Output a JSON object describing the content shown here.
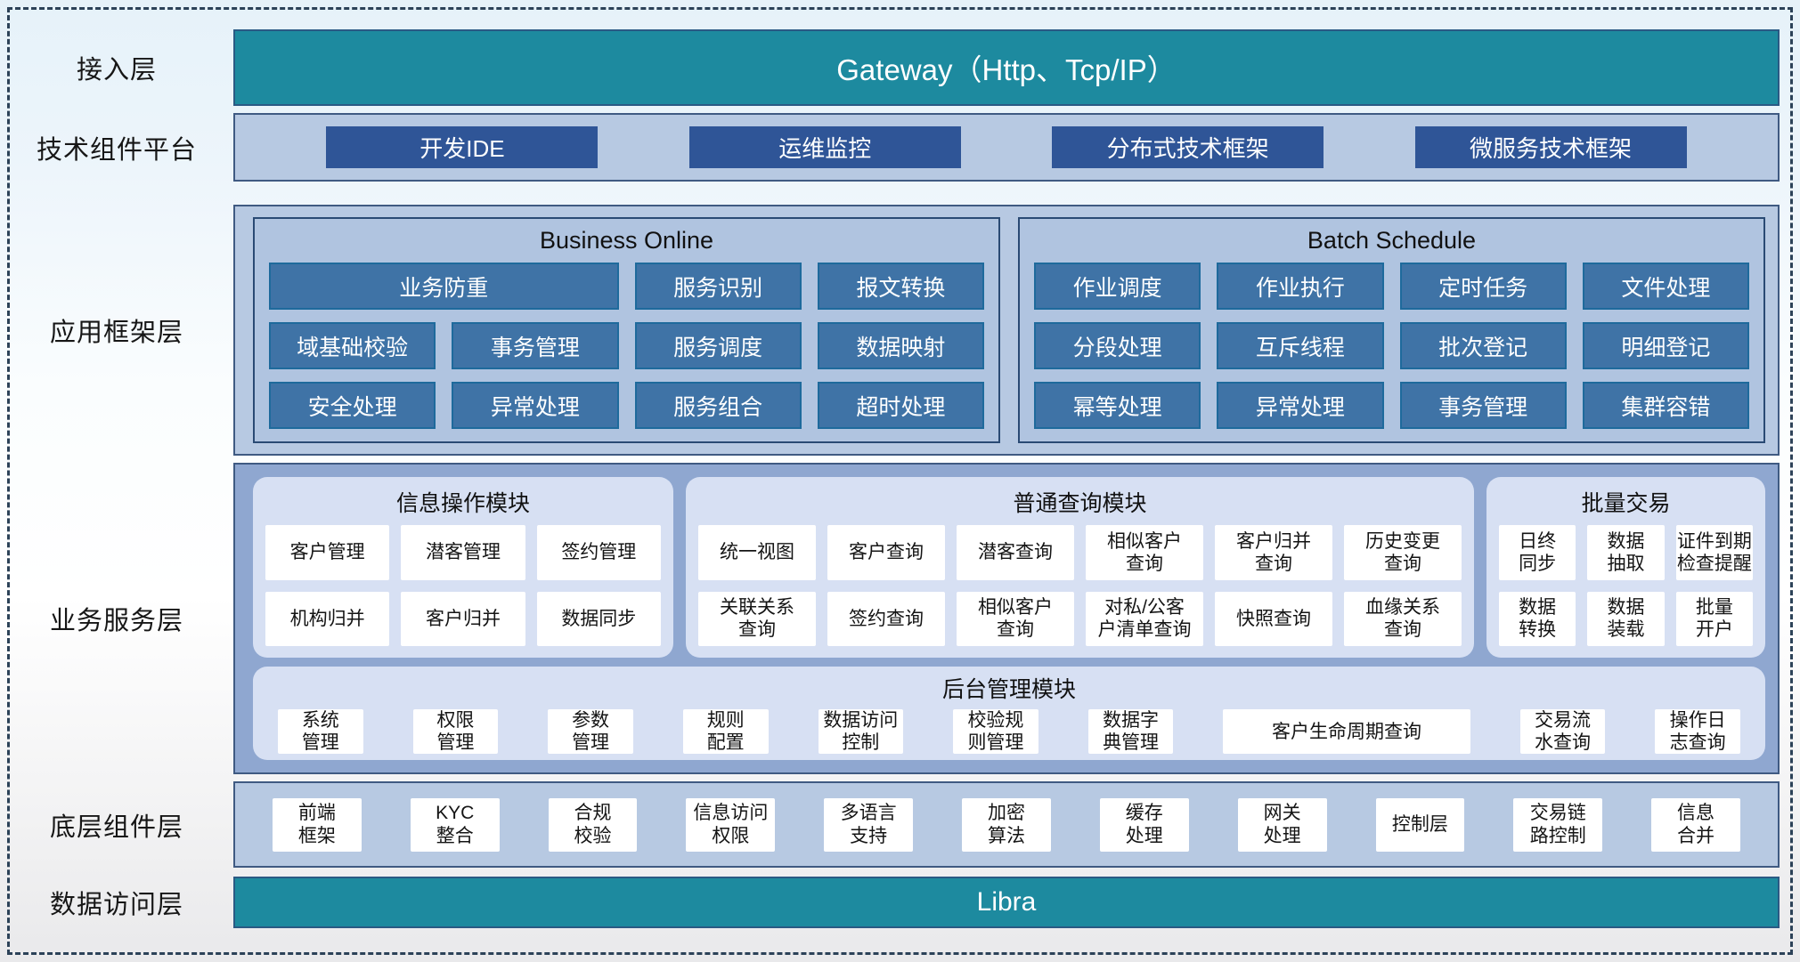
{
  "colors": {
    "teal": "#1d8a9f",
    "dark_blue": "#2f5597",
    "steel_blue": "#3f73a6",
    "panel_blue": "#b7c9e2",
    "service_blue": "#8fa7d0",
    "card_blue": "#d7e0f3"
  },
  "layers": {
    "access": {
      "label": "接入层",
      "gateway": "Gateway（Http、Tcp/IP）"
    },
    "tech": {
      "label": "技术组件平台",
      "items": [
        "开发IDE",
        "运维监控",
        "分布式技术框架",
        "微服务技术框架"
      ]
    },
    "framework": {
      "label": "应用框架层",
      "business_online": {
        "title": "Business Online",
        "items": [
          {
            "label": "业务防重",
            "span": 2
          },
          "服务识别",
          "报文转换",
          "域基础校验",
          "事务管理",
          "服务调度",
          "数据映射",
          "安全处理",
          "异常处理",
          "服务组合",
          "超时处理"
        ]
      },
      "batch_schedule": {
        "title": "Batch Schedule",
        "items": [
          "作业调度",
          "作业执行",
          "定时任务",
          "文件处理",
          "分段处理",
          "互斥线程",
          "批次登记",
          "明细登记",
          "幂等处理",
          "异常处理",
          "事务管理",
          "集群容错"
        ]
      }
    },
    "service": {
      "label": "业务服务层",
      "info_module": {
        "title": "信息操作模块",
        "items": [
          "客户管理",
          "潜客管理",
          "签约管理",
          "机构归并",
          "客户归并",
          "数据同步"
        ]
      },
      "query_module": {
        "title": "普通查询模块",
        "items": [
          "统一视图",
          "客户查询",
          "潜客查询",
          "相似客户\n查询",
          "客户归并\n查询",
          "历史变更\n查询",
          "关联关系\n查询",
          "签约查询",
          "相似客户\n查询",
          "对私/公客\n户清单查询",
          "快照查询",
          "血缘关系\n查询"
        ]
      },
      "batch_module": {
        "title": "批量交易",
        "items": [
          "日终\n同步",
          "数据\n抽取",
          "证件到期\n检查提醒",
          "数据\n转换",
          "数据\n装载",
          "批量\n开户"
        ]
      },
      "admin_module": {
        "title": "后台管理模块",
        "items": [
          "系统\n管理",
          "权限\n管理",
          "参数\n管理",
          "规则\n配置",
          "数据访问\n控制",
          "校验规\n则管理",
          "数据字\n典管理",
          {
            "label": "客户生命周期查询",
            "wide": true
          },
          "交易流\n水查询",
          "操作日\n志查询"
        ]
      }
    },
    "components": {
      "label": "底层组件层",
      "items": [
        "前端\n框架",
        "KYC\n整合",
        "合规\n校验",
        "信息访问\n权限",
        "多语言\n支持",
        "加密\n算法",
        "缓存\n处理",
        "网关\n处理",
        "控制层",
        "交易链\n路控制",
        "信息\n合并"
      ]
    },
    "data_access": {
      "label": "数据访问层",
      "bar": "Libra"
    }
  }
}
